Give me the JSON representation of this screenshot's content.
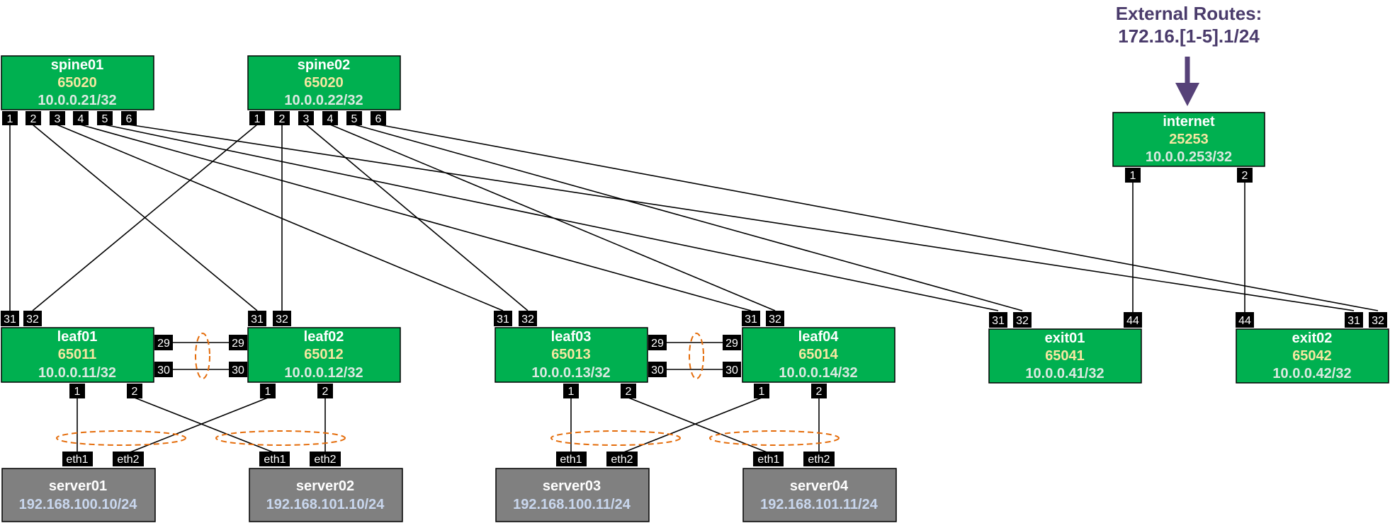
{
  "colors": {
    "switch_fill": "#00b050",
    "server_fill": "#808080",
    "port_fill": "#000000",
    "link": "#000000",
    "bond": "#e46c0a",
    "external": "#564178"
  },
  "external_routes": {
    "title": "External Routes:",
    "prefix": "172.16.[1-5].1/24"
  },
  "nodes": {
    "spine01": {
      "name": "spine01",
      "asn": "65020",
      "ip": "10.0.0.21/32"
    },
    "spine02": {
      "name": "spine02",
      "asn": "65020",
      "ip": "10.0.0.22/32"
    },
    "internet": {
      "name": "internet",
      "asn": "25253",
      "ip": "10.0.0.253/32"
    },
    "leaf01": {
      "name": "leaf01",
      "asn": "65011",
      "ip": "10.0.0.11/32"
    },
    "leaf02": {
      "name": "leaf02",
      "asn": "65012",
      "ip": "10.0.0.12/32"
    },
    "leaf03": {
      "name": "leaf03",
      "asn": "65013",
      "ip": "10.0.0.13/32"
    },
    "leaf04": {
      "name": "leaf04",
      "asn": "65014",
      "ip": "10.0.0.14/32"
    },
    "exit01": {
      "name": "exit01",
      "asn": "65041",
      "ip": "10.0.0.41/32"
    },
    "exit02": {
      "name": "exit02",
      "asn": "65042",
      "ip": "10.0.0.42/32"
    },
    "server01": {
      "name": "server01",
      "ip": "192.168.100.10/24"
    },
    "server02": {
      "name": "server02",
      "ip": "192.168.101.10/24"
    },
    "server03": {
      "name": "server03",
      "ip": "192.168.100.11/24"
    },
    "server04": {
      "name": "server04",
      "ip": "192.168.101.11/24"
    }
  },
  "ports": {
    "spine01": [
      "1",
      "2",
      "3",
      "4",
      "5",
      "6"
    ],
    "spine02": [
      "1",
      "2",
      "3",
      "4",
      "5",
      "6"
    ],
    "internet": [
      "1",
      "2"
    ],
    "leaf01": [
      "31",
      "32",
      "29",
      "30",
      "1",
      "2"
    ],
    "leaf02": [
      "31",
      "32",
      "29",
      "30",
      "1",
      "2"
    ],
    "leaf03": [
      "31",
      "32",
      "29",
      "30",
      "1",
      "2"
    ],
    "leaf04": [
      "31",
      "32",
      "29",
      "30",
      "1",
      "2"
    ],
    "exit01": [
      "31",
      "32",
      "44"
    ],
    "exit02": [
      "44",
      "31",
      "32"
    ],
    "server01": [
      "eth1",
      "eth2"
    ],
    "server02": [
      "eth1",
      "eth2"
    ],
    "server03": [
      "eth1",
      "eth2"
    ],
    "server04": [
      "eth1",
      "eth2"
    ]
  }
}
